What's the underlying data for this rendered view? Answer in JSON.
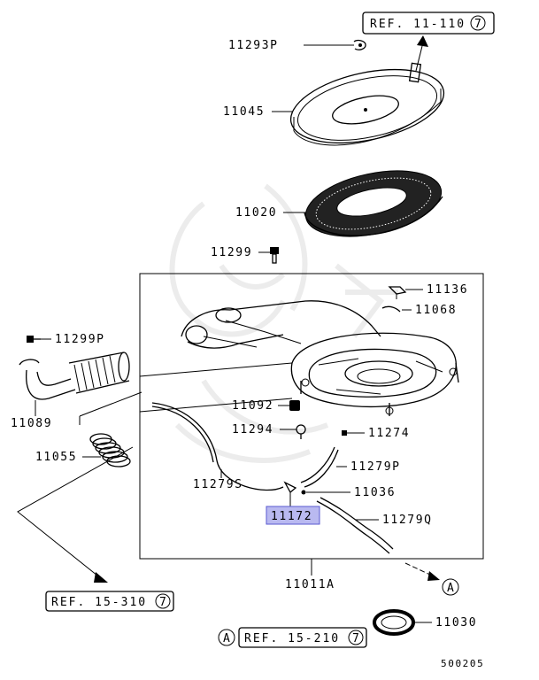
{
  "refs": {
    "top": "REF. 11-110",
    "left": "REF. 15-310",
    "bottom": "REF. 15-210",
    "circle_num": "7",
    "marker": "A"
  },
  "labels": {
    "p11293P": "11293P",
    "p11045": "11045",
    "p11020": "11020",
    "p11299": "11299",
    "p11136": "11136",
    "p11068": "11068",
    "p11299P": "11299P",
    "p11089": "11089",
    "p11092": "11092",
    "p11294": "11294",
    "p11274": "11274",
    "p11055": "11055",
    "p11279P": "11279P",
    "p11279S": "11279S",
    "p11036": "11036",
    "p11172": "11172",
    "p11279Q": "11279Q",
    "p11011A": "11011A",
    "p11030": "11030"
  },
  "diagram_id": "500205",
  "highlight_color": "#b9b9f0"
}
